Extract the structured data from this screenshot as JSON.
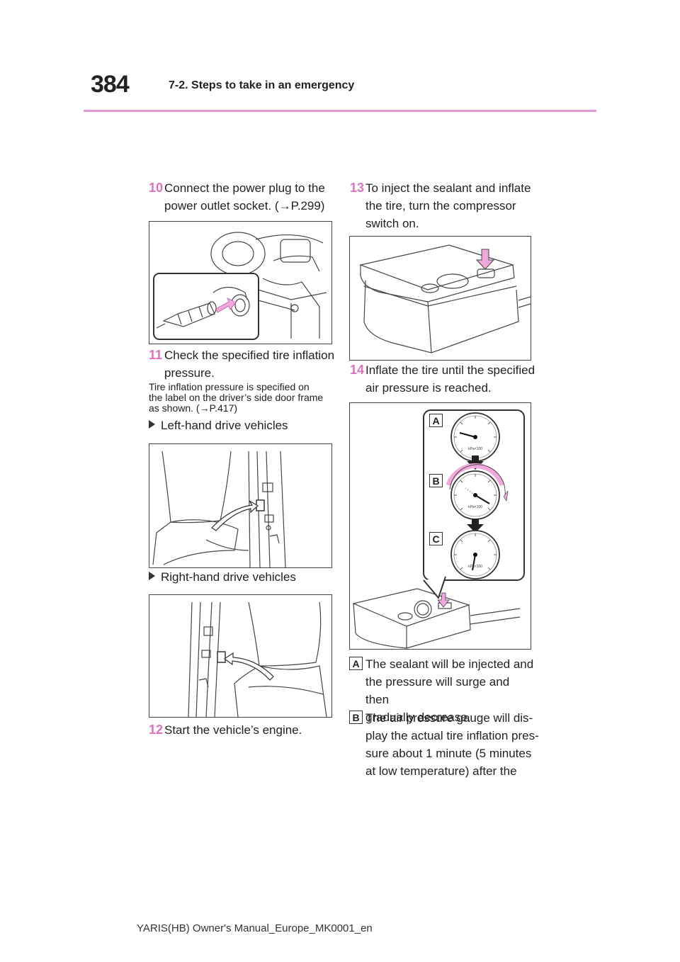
{
  "header": {
    "page_number": "384",
    "section": "7-2. Steps to take in an emergency"
  },
  "steps": [
    {
      "num": "10",
      "lines": [
        "Connect the power plug to the",
        "power outlet socket. (→P.299)"
      ]
    },
    {
      "num": "11",
      "lines": [
        "Check the specified tire inflation",
        "pressure."
      ]
    },
    {
      "num": "12",
      "lines": [
        "Start the vehicle’s engine."
      ]
    },
    {
      "num": "13",
      "lines": [
        "To inject the sealant and inflate",
        "the tire, turn the compressor",
        "switch on."
      ]
    },
    {
      "num": "14",
      "lines": [
        "Inflate the tire until the specified",
        "air pressure is reached."
      ]
    }
  ],
  "note": {
    "lines": [
      "Tire inflation pressure is specified on",
      "the label on the driver’s side door frame",
      "as shown. (→P.417)"
    ]
  },
  "bullets": {
    "lhd": "Left-hand drive vehicles",
    "rhd": "Right-hand drive vehicles"
  },
  "figure_labels": {
    "a": "A",
    "b": "B",
    "c": "C"
  },
  "gauge_unit": "kPa×100",
  "legend": {
    "a": {
      "label": "A",
      "lines": [
        "The sealant will be injected and",
        "the pressure will surge and then",
        "gradually decrease."
      ]
    },
    "b": {
      "label": "B",
      "lines": [
        "The air pressure gauge will dis-",
        "play the actual tire inflation pres-",
        "sure about 1 minute (5 minutes",
        "at low temperature) after the"
      ]
    }
  },
  "footer": "YARIS(HB) Owner's Manual_Europe_MK0001_en",
  "colors": {
    "accent": "#e070c0",
    "rule": "#e59ad6",
    "arrow_pink": "#f0a8dc"
  }
}
